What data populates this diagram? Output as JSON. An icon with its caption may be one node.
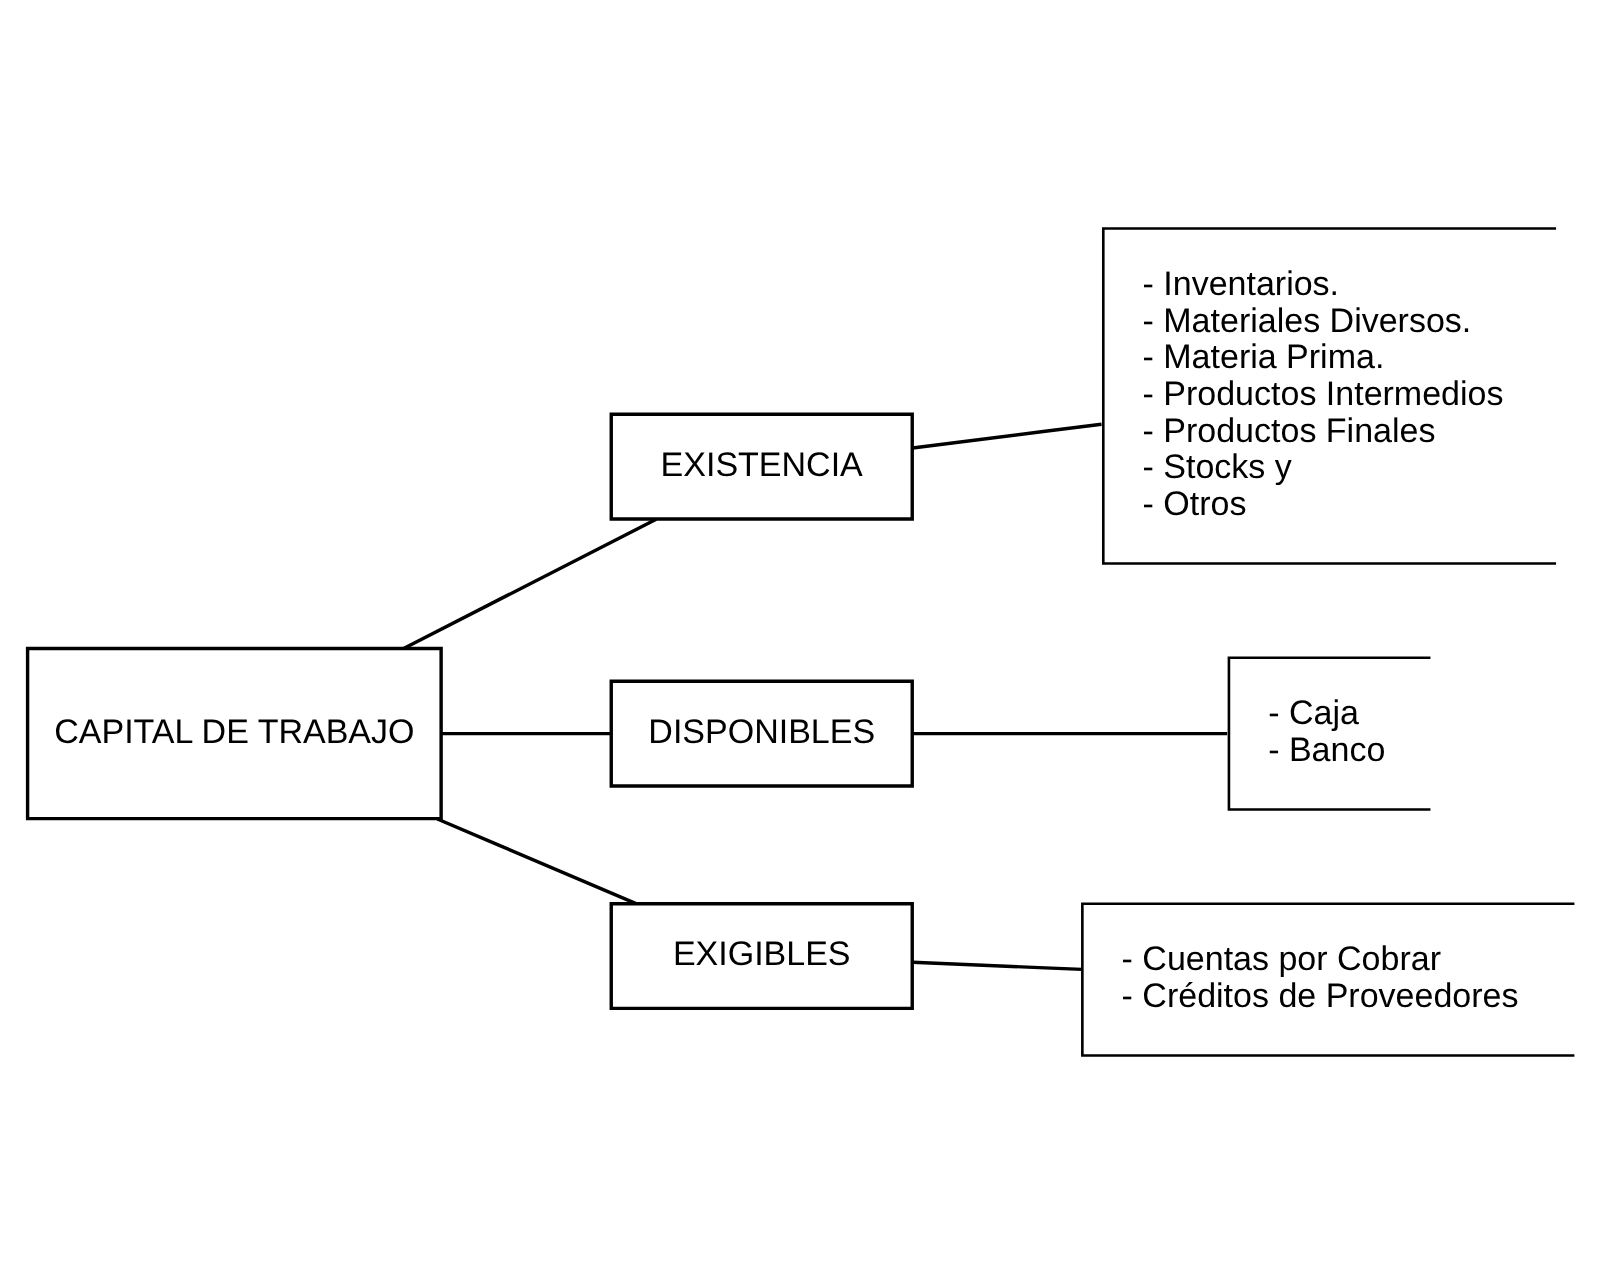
{
  "diagram": {
    "nodes": [
      {
        "text": [
          "CAPITAL DE TRABAJO"
        ]
      },
      {
        "text": [
          "EXISTENCIA"
        ]
      },
      {
        "text": [
          "DISPONIBLES"
        ]
      },
      {
        "text": [
          "EXIGIBLES"
        ]
      },
      {
        "text": [
          "- Inventarios.",
          "- Materiales Diversos.",
          "- Materia Prima.",
          "- Productos Intermedios",
          "- Productos Finales",
          "- Stocks y",
          "- Otros"
        ]
      },
      {
        "text": [
          "- Caja",
          "- Banco"
        ]
      },
      {
        "text": [
          "- Cuentas por Cobrar",
          "- Créditos de Proveedores"
        ]
      }
    ],
    "edges": [
      {
        "from": 0,
        "to": 1,
        "arrow": "none"
      },
      {
        "from": 0,
        "to": 2,
        "arrow": "none"
      },
      {
        "from": 0,
        "to": 3,
        "arrow": "none"
      },
      {
        "from": 1,
        "to": 4,
        "arrow": "none"
      },
      {
        "from": 2,
        "to": 5,
        "arrow": "none"
      },
      {
        "from": 3,
        "to": 6,
        "arrow": "none"
      }
    ]
  }
}
